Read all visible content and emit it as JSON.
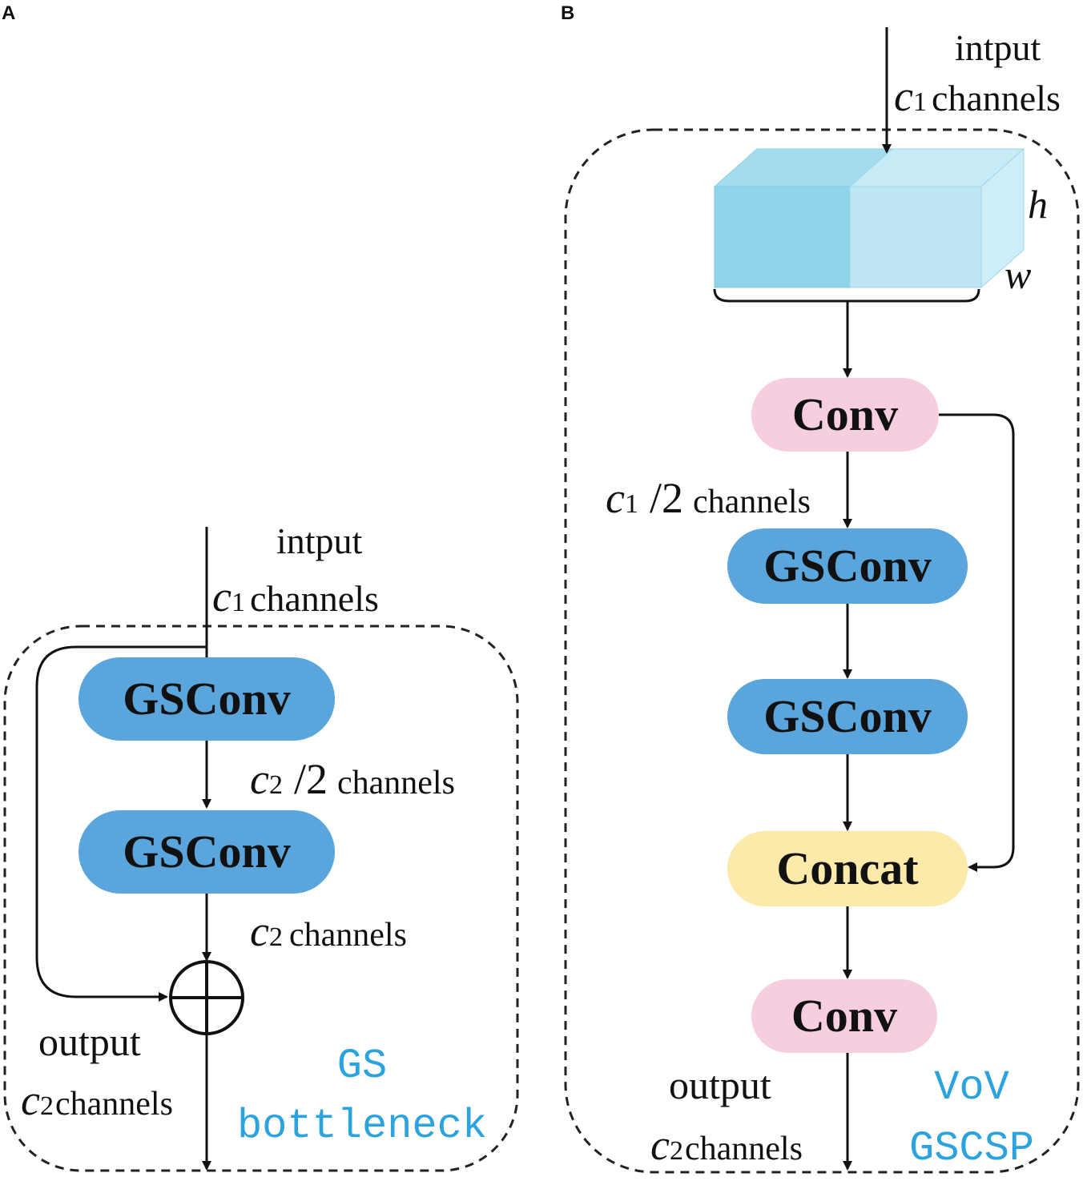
{
  "panel_a": {
    "letter": "A",
    "input_label": "intput",
    "input_channels_var": "c",
    "input_channels_sub": "1",
    "input_channels_word": "channels",
    "box1_label": "GSConv",
    "mid_channels_var": "c",
    "mid_channels_sub": "2",
    "mid_channels_frac": "/2",
    "mid_channels_word": "channels",
    "box2_label": "GSConv",
    "sum_channels_var": "c",
    "sum_channels_sub": "2",
    "sum_channels_word": "channels",
    "output_label": "output",
    "output_channels_var": "c",
    "output_channels_sub": "2",
    "output_channels_word": "channels",
    "module_name_line1": "GS",
    "module_name_line2": "bottleneck"
  },
  "panel_b": {
    "letter": "B",
    "input_label": "intput",
    "input_channels_var": "c",
    "input_channels_sub": "1",
    "input_channels_word": "channels",
    "tensor_h": "h",
    "tensor_w": "w",
    "conv1_label": "Conv",
    "split_channels_var": "c",
    "split_channels_sub": "1",
    "split_channels_frac": "/2",
    "split_channels_word": "channels",
    "gsconv1_label": "GSConv",
    "gsconv2_label": "GSConv",
    "concat_label": "Concat",
    "conv2_label": "Conv",
    "output_label": "output",
    "output_channels_var": "c",
    "output_channels_sub": "2",
    "output_channels_word": "channels",
    "module_name_line1": "VoV",
    "module_name_line2": "GSCSP"
  },
  "colors": {
    "gsconv_fill": "#5aa5dc",
    "conv_fill": "#f7cde0",
    "concat_fill": "#fbeaaa",
    "tensor_front_dark": "#8fd4e8",
    "tensor_front_light": "#bfe6f4",
    "tensor_top": "#a9e0ef",
    "module_name": "#2ba3de"
  }
}
